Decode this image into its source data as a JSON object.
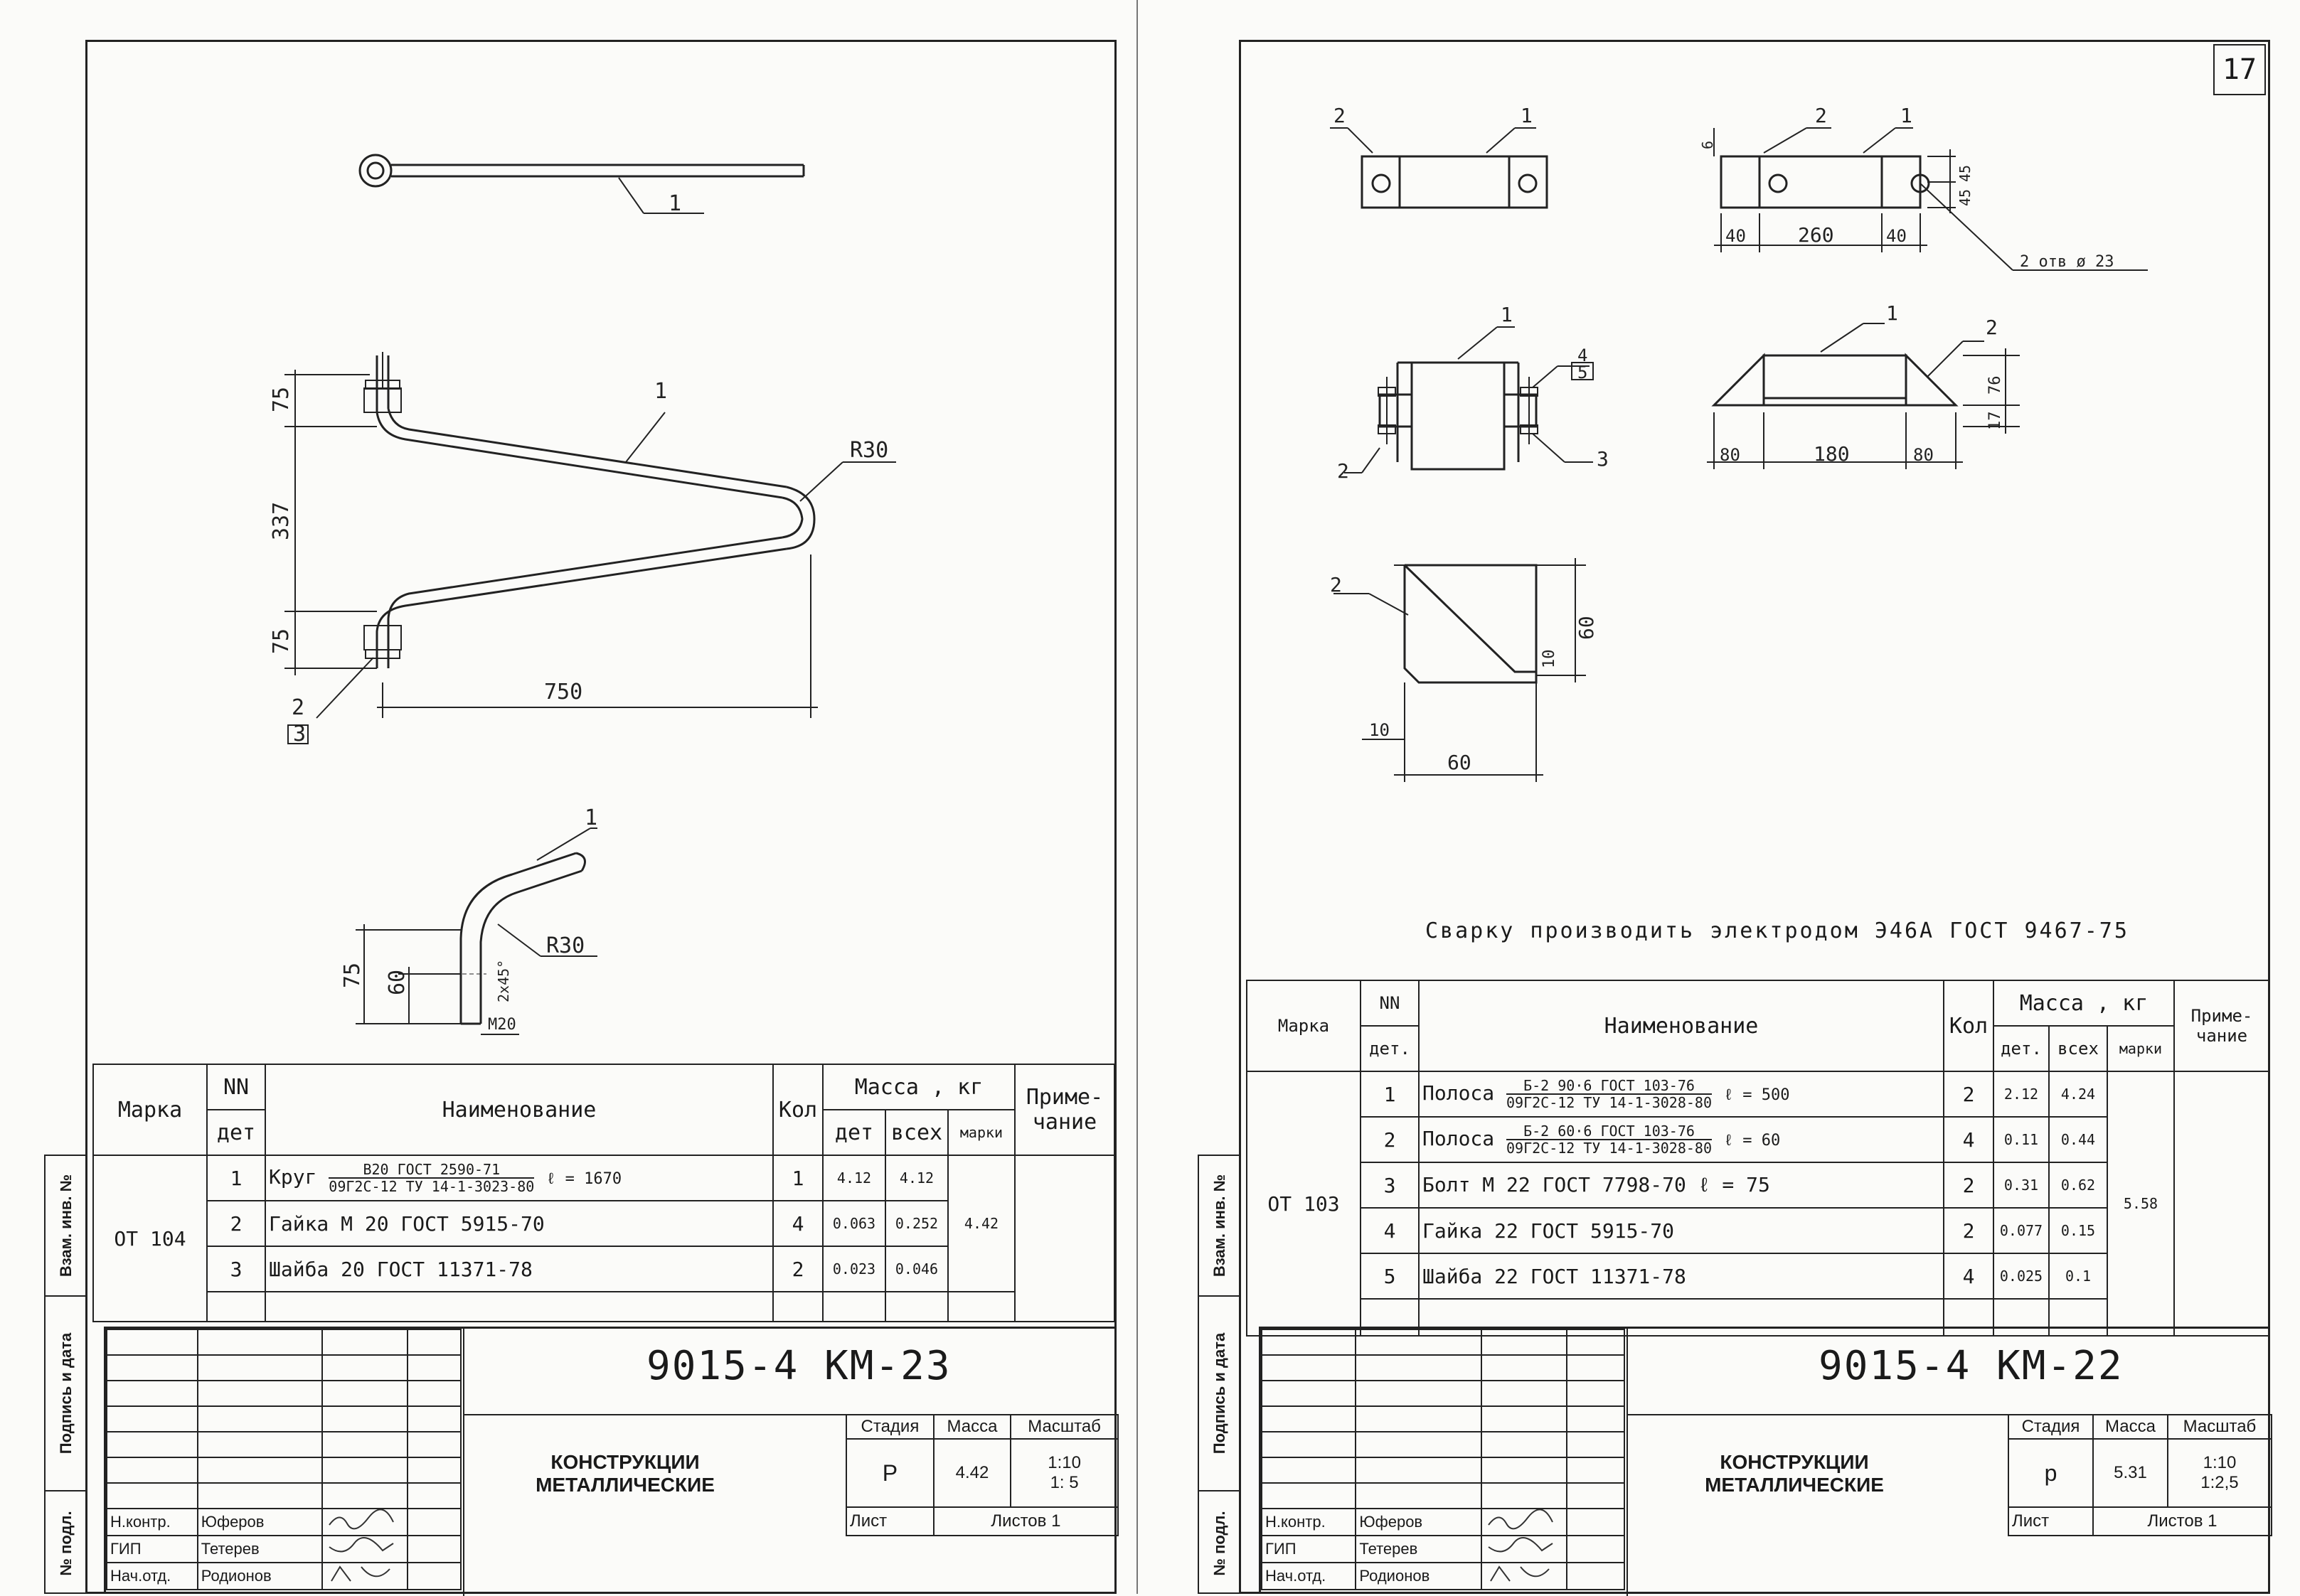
{
  "left": {
    "mark_labels": {
      "top_view_part": "1",
      "front_part": "1",
      "radius": "R30",
      "dim_top": "75",
      "dim_middle": "337",
      "dim_bottom": "75",
      "dim_width": "750",
      "callout_2": "2",
      "callout_3": "3",
      "detail_part": "1",
      "detail_radius": "R30",
      "detail_dim_75": "75",
      "detail_dim_60": "60",
      "detail_chamfer": "2x45°",
      "detail_thread": "M20"
    },
    "spec": {
      "h_mark": "Марка",
      "h_nn": "NN",
      "h_det": "дет",
      "h_name": "Наименование",
      "h_qty": "Кол",
      "h_mass": "Масса , кг",
      "h_mass_det": "дет",
      "h_mass_all": "всех",
      "h_mass_mark": "марки",
      "h_note": "Приме-чание",
      "mark": "ОТ 104",
      "mark_mass": "4.42",
      "rows": [
        {
          "nn": "1",
          "name": "Круг",
          "frac_top": "В20   ГОСТ 2590-71",
          "frac_bot": "09Г2С-12   ТУ 14-1-3023-80",
          "len": "ℓ = 1670",
          "qty": "1",
          "m_det": "4.12",
          "m_all": "4.12"
        },
        {
          "nn": "2",
          "name": "Гайка  М 20    ГОСТ 5915-70",
          "qty": "4",
          "m_det": "0.063",
          "m_all": "0.252"
        },
        {
          "nn": "3",
          "name": "Шайба  20     ГОСТ 11371-78",
          "qty": "2",
          "m_det": "0.023",
          "m_all": "0.046"
        }
      ]
    },
    "title": {
      "code": "9015-4  КМ-23",
      "name_line1": "КОНСТРУКЦИИ",
      "name_line2": "МЕТАЛЛИЧЕСКИЕ",
      "stage_h": "Стадия",
      "mass_h": "Масса",
      "scale_h": "Масштаб",
      "stage": "Р",
      "mass": "4.42",
      "scale1": "1:10",
      "scale2": "1: 5",
      "sheet_h": "Лист",
      "sheets_h": "Листов",
      "sheets": "1",
      "roles": [
        {
          "role": "Н.контр.",
          "person": "Юферов"
        },
        {
          "role": "ГИП",
          "person": "Тетерев"
        },
        {
          "role": "Нач.отд.",
          "person": "Родионов"
        }
      ]
    },
    "margin": {
      "inv": "Взам. инв. №",
      "sign": "Подпись и дата",
      "orig": "№ подл."
    }
  },
  "right": {
    "page_number": "17",
    "labels": {
      "p1": "1",
      "p2": "2",
      "p6": "6",
      "d45a": "45",
      "d45b": "45",
      "d40a": "40",
      "d260": "260",
      "d40b": "40",
      "holes": "2 отв ø 23",
      "p4": "4",
      "p5": "5",
      "p3": "3",
      "d80a": "80",
      "d180": "180",
      "d80b": "80",
      "d76": "76",
      "d17": "17",
      "d60v": "60",
      "d10v": "10",
      "d10h": "10",
      "d60h": "60"
    },
    "weld_note": "Сварку  производить  электродом  Э46А  ГОСТ 9467-75",
    "spec": {
      "h_mark": "Марка",
      "h_nn": "NN",
      "h_det": "дет.",
      "h_name": "Наименование",
      "h_qty": "Кол",
      "h_mass": "Масса , кг",
      "h_mass_det": "дет.",
      "h_mass_all": "всех",
      "h_mass_mark": "марки",
      "h_note": "Приме-чание",
      "mark": "ОТ 103",
      "mark_mass": "5.58",
      "rows": [
        {
          "nn": "1",
          "name": "Полоса",
          "frac_top": "Б-2   90·6   ГОСТ 103-76",
          "frac_bot": "09Г2С-12   ТУ 14-1-3028-80",
          "len": "ℓ = 500",
          "qty": "2",
          "m_det": "2.12",
          "m_all": "4.24"
        },
        {
          "nn": "2",
          "name": "Полоса",
          "frac_top": "Б-2   60·6   ГОСТ 103-76",
          "frac_bot": "09Г2С-12   ТУ 14-1-3028-80",
          "len": "ℓ = 60",
          "qty": "4",
          "m_det": "0.11",
          "m_all": "0.44"
        },
        {
          "nn": "3",
          "name": "Болт   М 22    ГОСТ  7798-70      ℓ = 75",
          "qty": "2",
          "m_det": "0.31",
          "m_all": "0.62"
        },
        {
          "nn": "4",
          "name": "Гайка   22     ГОСТ  5915-70",
          "qty": "2",
          "m_det": "0.077",
          "m_all": "0.15"
        },
        {
          "nn": "5",
          "name": "Шайба   22     ГОСТ  11371-78",
          "qty": "4",
          "m_det": "0.025",
          "m_all": "0.1"
        }
      ]
    },
    "title": {
      "code": "9015-4  КМ-22",
      "name_line1": "КОНСТРУКЦИИ",
      "name_line2": "МЕТАЛЛИЧЕСКИЕ",
      "stage_h": "Стадия",
      "mass_h": "Масса",
      "scale_h": "Масштаб",
      "stage": "р",
      "mass": "5.31",
      "scale1": "1:10",
      "scale2": "1:2,5",
      "sheet_h": "Лист",
      "sheets_h": "Листов",
      "sheets": "1",
      "roles": [
        {
          "role": "Н.контр.",
          "person": "Юферов"
        },
        {
          "role": "ГИП",
          "person": "Тетерев"
        },
        {
          "role": "Нач.отд.",
          "person": "Родионов"
        }
      ]
    },
    "margin": {
      "inv": "Взам. инв. №",
      "sign": "Подпись и дата",
      "orig": "№ подл."
    }
  }
}
